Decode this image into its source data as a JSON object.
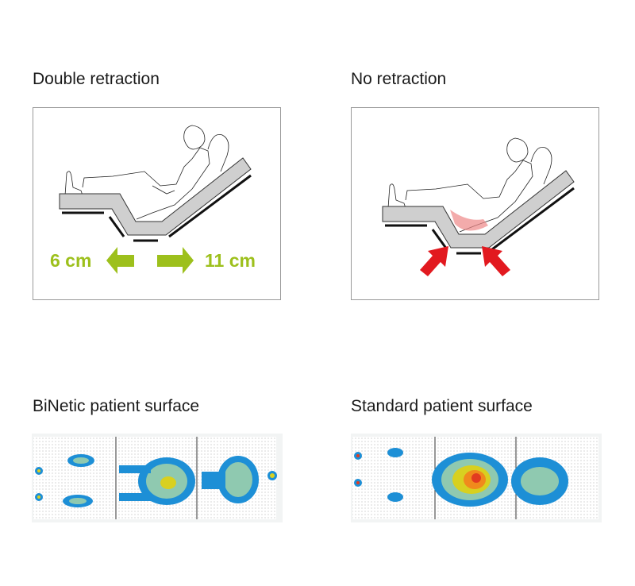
{
  "panels": [
    {
      "title": "Double retraction",
      "left_label": "6 cm",
      "right_label": "11 cm",
      "accent": "#9dc01c"
    },
    {
      "title": "No retraction",
      "accent": "#e2191f"
    }
  ],
  "heatmaps": [
    {
      "title": "BiNetic patient surface"
    },
    {
      "title": "Standard patient surface"
    }
  ]
}
